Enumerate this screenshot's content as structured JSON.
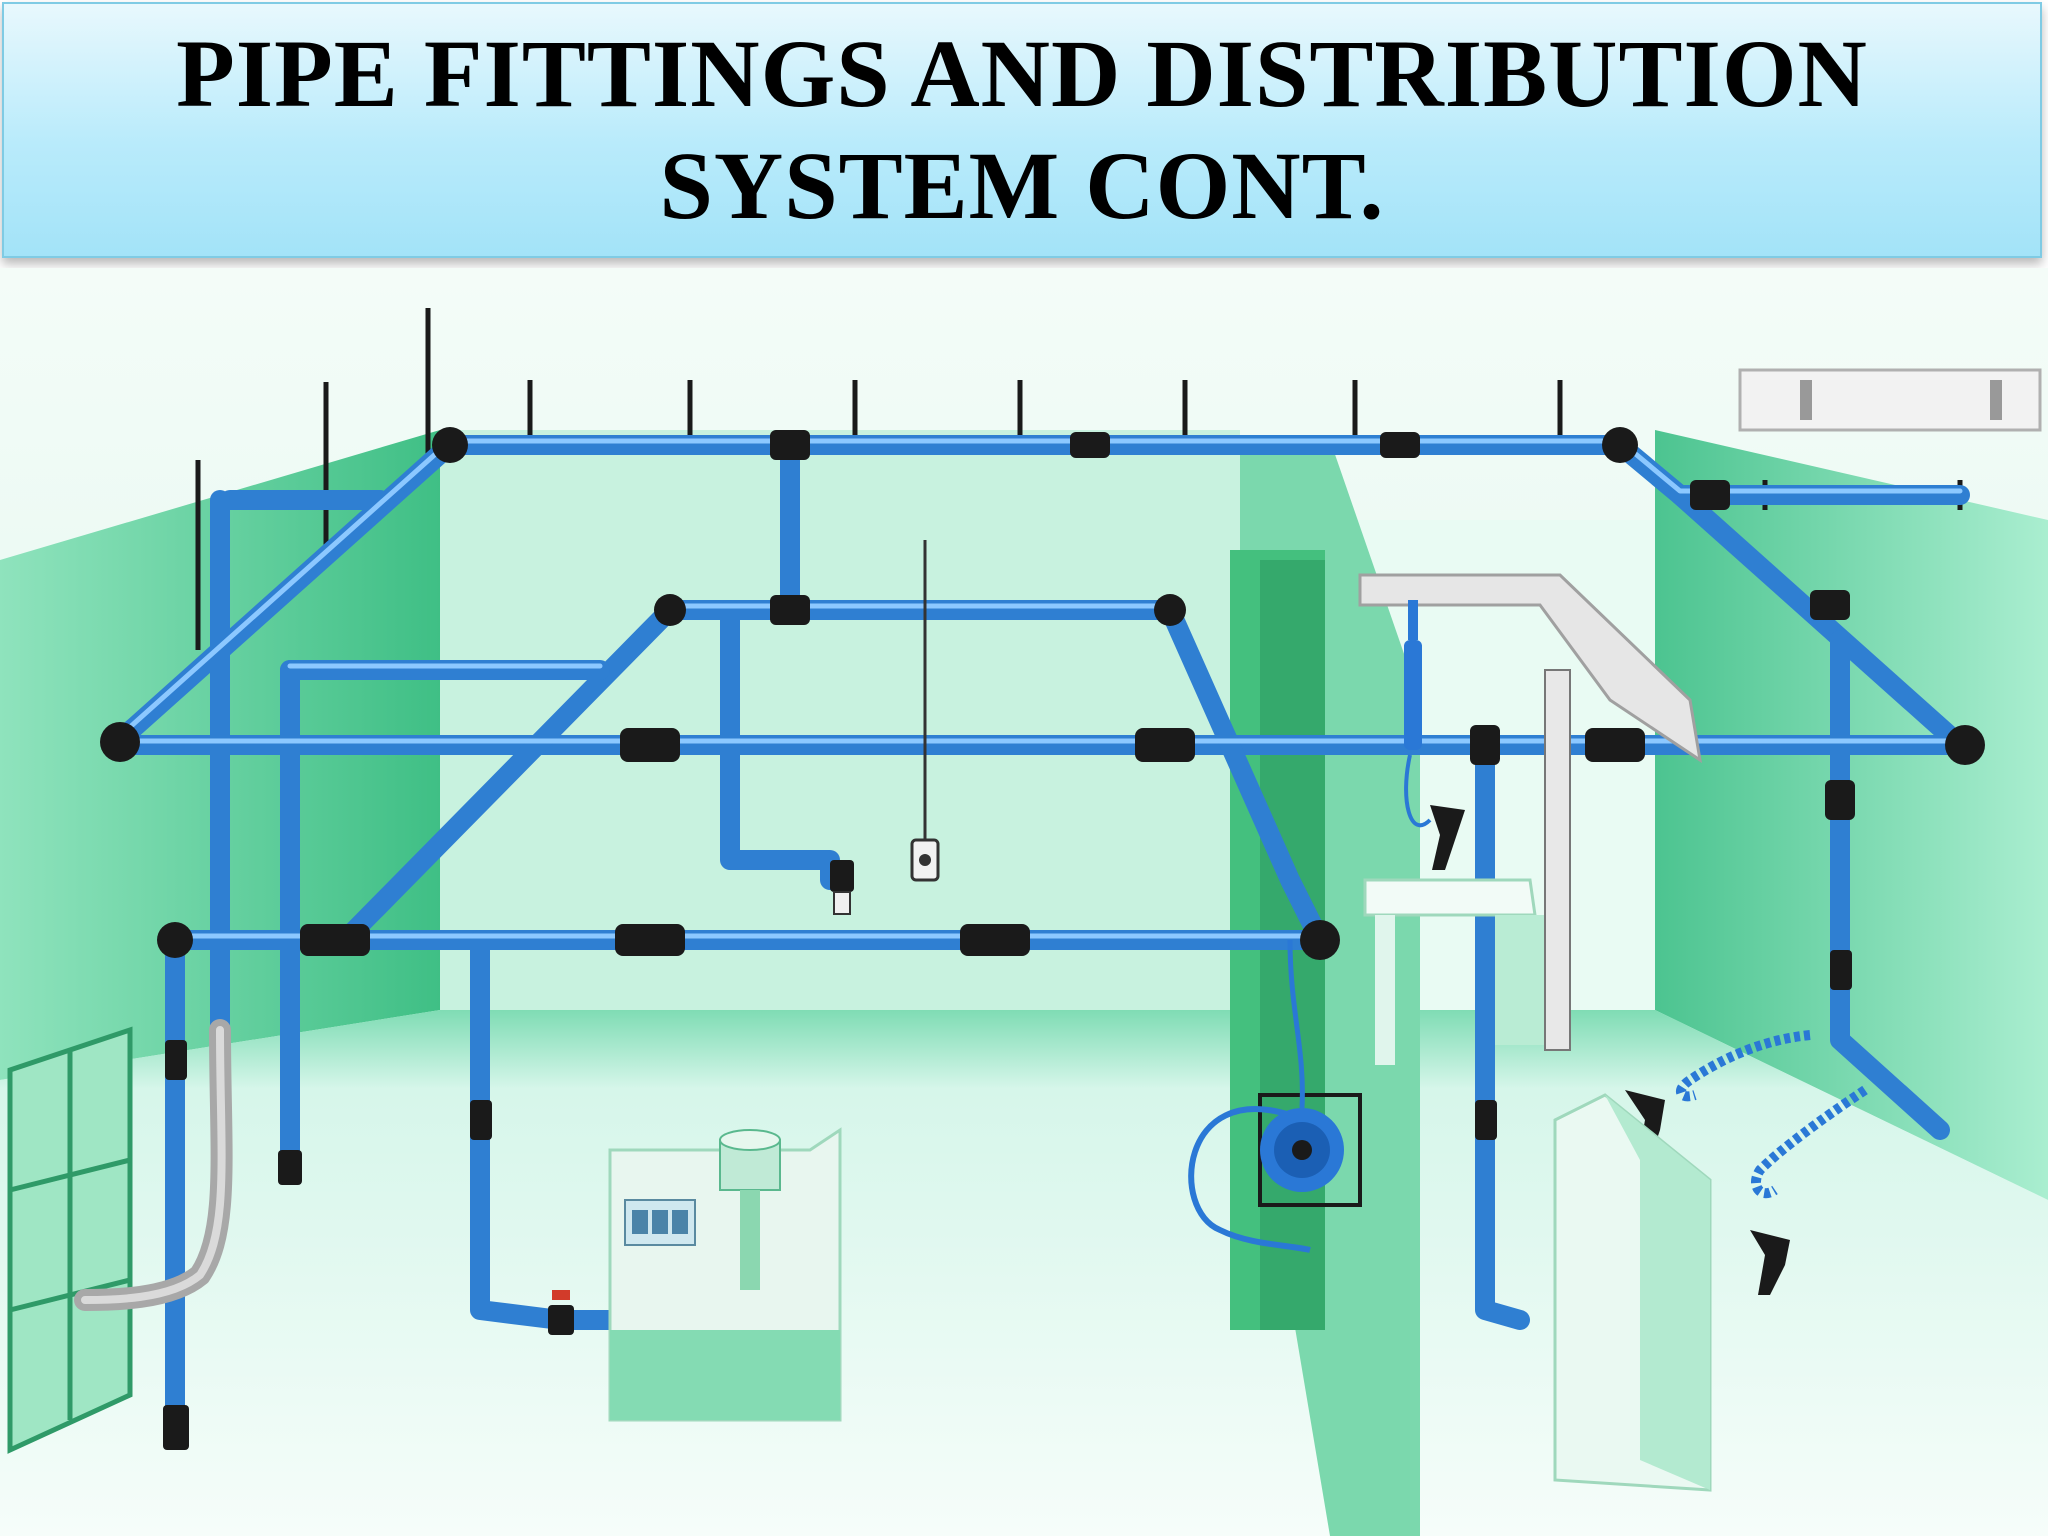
{
  "slide": {
    "title_lines": [
      "PIPE FITTINGS AND DISTRIBUTION",
      "SYSTEM CONT."
    ]
  },
  "illustration": {
    "subject": "compressed air piping distribution network in a workshop",
    "components": [
      "ring-main-pipe",
      "branch-drops",
      "pipe-connectors",
      "elbow-fittings",
      "tee-fittings",
      "ceiling-brackets",
      "hose-reel",
      "air-blow-gun",
      "spiral-hoses",
      "filter-regulator",
      "ball-valve",
      "drain-valve",
      "cable-tray",
      "workbench",
      "machine",
      "flexible-hose",
      "wall-window"
    ]
  },
  "colors": {
    "title_gradient_top": "#e8f8fd",
    "title_gradient_bottom": "#a3e3f8",
    "title_border": "#7fcbe4",
    "title_text": "#000000",
    "pipe": "#3d8fe0",
    "pipe_highlight": "#8cc8ff",
    "fitting": "#1a1a1a",
    "wall_green": "#5fcf9b",
    "wall_light": "#bff0dc",
    "floor": "#e8f8f2"
  }
}
